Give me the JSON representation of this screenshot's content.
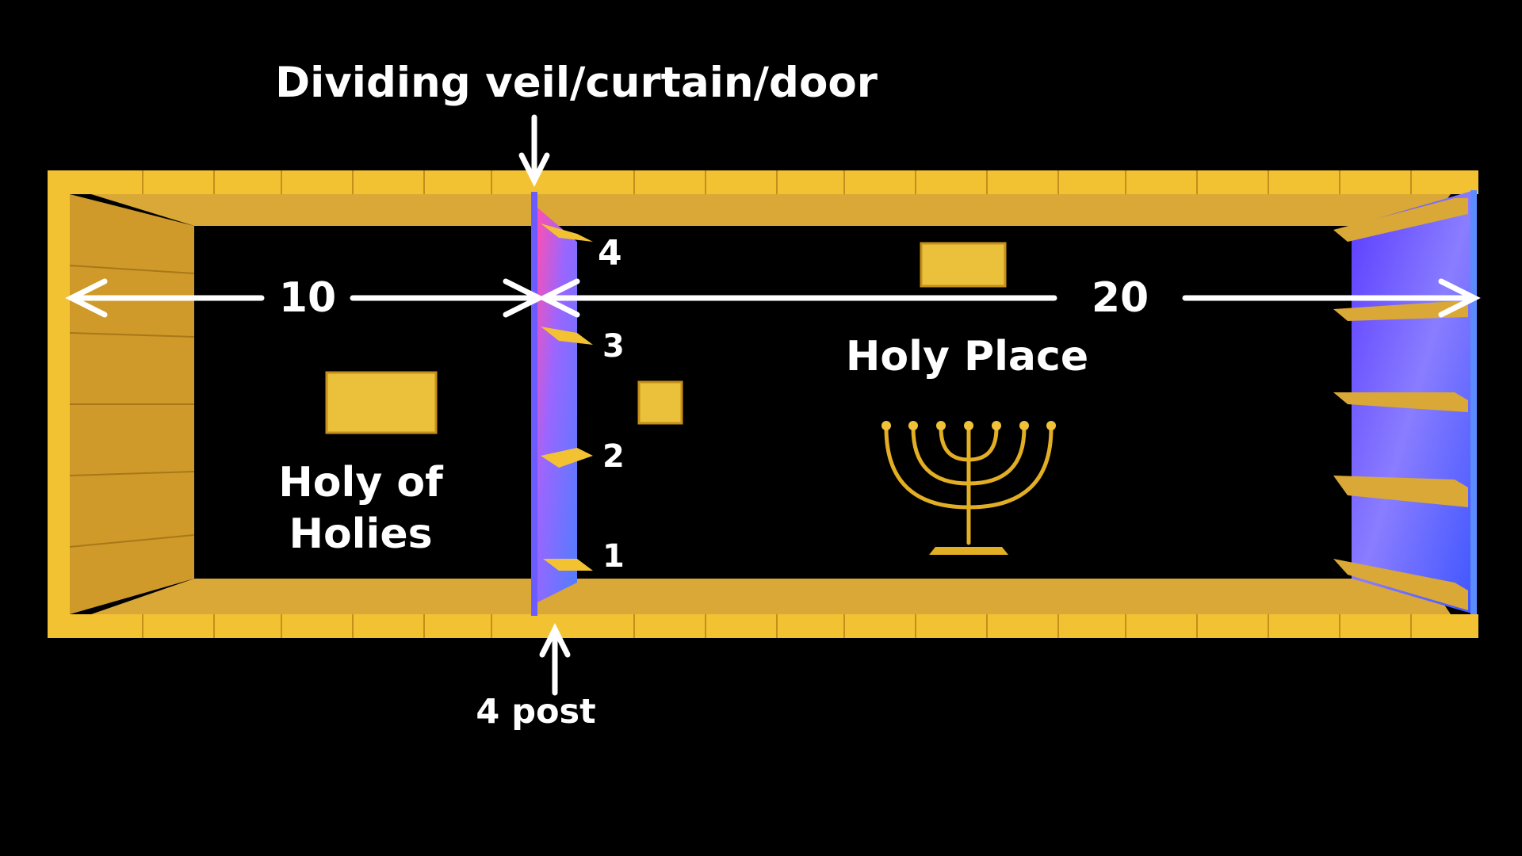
{
  "title": "Dividing veil/curtain/door",
  "holy_of_holies": {
    "label_line1": "Holy of",
    "label_line2": "Holies",
    "length": "10"
  },
  "holy_place": {
    "label": "Holy Place",
    "length": "20"
  },
  "post_label": "4 post",
  "post_numbers": [
    "4",
    "3",
    "2",
    "1"
  ],
  "colors": {
    "gold": "#f2c230",
    "gold_dark": "#c9961a",
    "veil_blue": "#6a5cff",
    "veil_pink": "#e8409a",
    "background": "#000000"
  },
  "icons": [
    "arrow-down-icon",
    "arrow-up-icon",
    "double-arrow-icon",
    "menorah-icon"
  ]
}
